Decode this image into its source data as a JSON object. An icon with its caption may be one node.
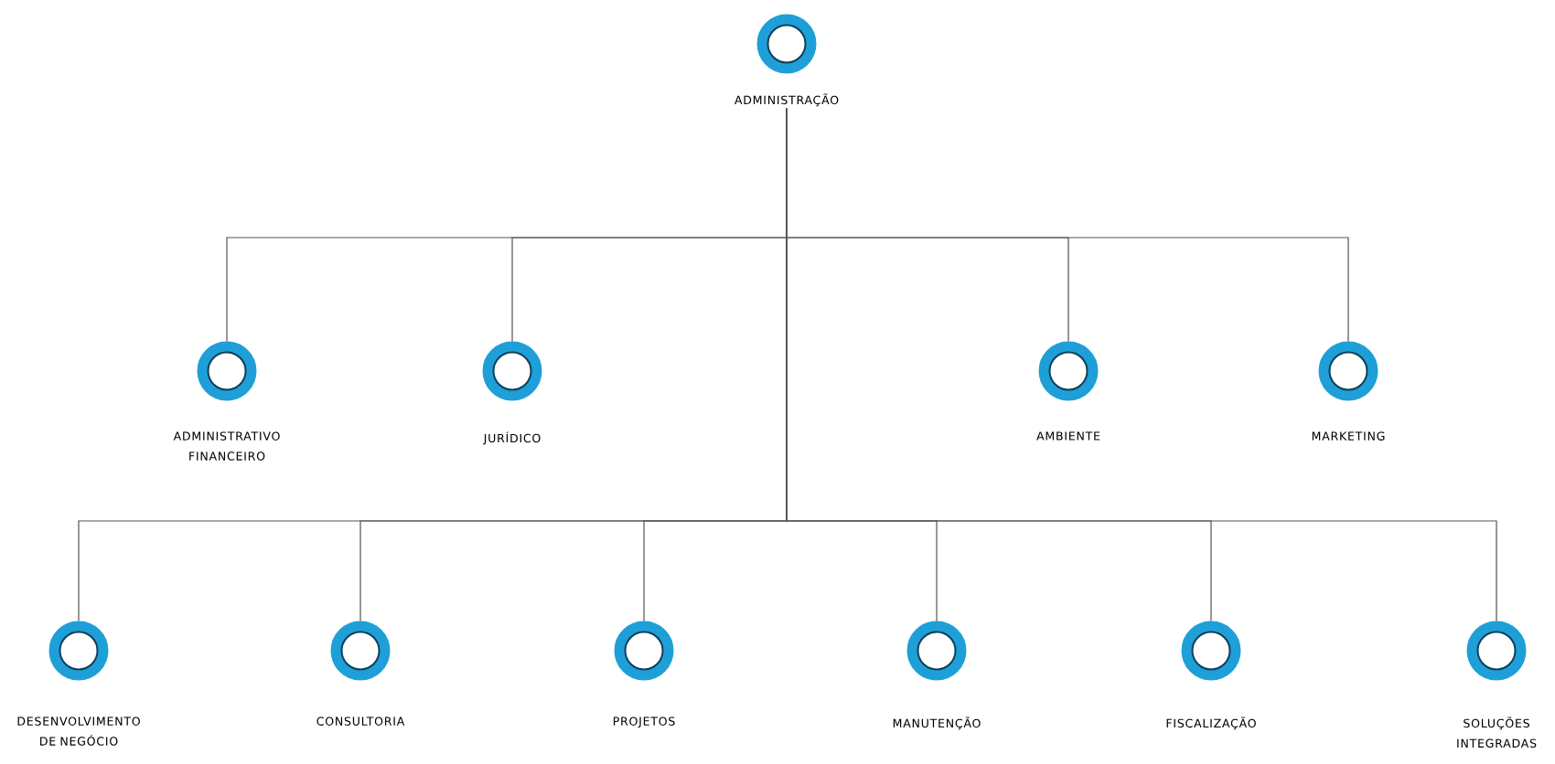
{
  "diagram": {
    "nodes": [
      {
        "text": [
          "ADMINISTRAÇÃO"
        ]
      },
      {
        "text": [
          "ADMINISTRATIVO FINANCEIRO"
        ]
      },
      {
        "text": [
          "JURÍDICO"
        ]
      },
      {
        "text": [
          "AMBIENTE"
        ]
      },
      {
        "text": [
          "MARKETING"
        ]
      },
      {
        "text": [
          "DESENVOLVIMENTO DE NEGÓCIO"
        ]
      },
      {
        "text": [
          "CONSULTORIA"
        ]
      },
      {
        "text": [
          "PROJETOS"
        ]
      },
      {
        "text": [
          "MANUTENÇÃO"
        ]
      },
      {
        "text": [
          "FISCALIZAÇÃO"
        ]
      },
      {
        "text": [
          "SOLUÇÕES INTEGRADAS"
        ]
      }
    ],
    "edges": [
      {
        "from": 0,
        "to": 1,
        "arrow": "none"
      },
      {
        "from": 0,
        "to": 2,
        "arrow": "none"
      },
      {
        "from": 0,
        "to": 3,
        "arrow": "none"
      },
      {
        "from": 0,
        "to": 4,
        "arrow": "none"
      },
      {
        "from": 0,
        "to": 5,
        "arrow": "none"
      },
      {
        "from": 0,
        "to": 6,
        "arrow": "none"
      },
      {
        "from": 0,
        "to": 7,
        "arrow": "none"
      },
      {
        "from": 0,
        "to": 8,
        "arrow": "none"
      },
      {
        "from": 0,
        "to": 9,
        "arrow": "none"
      },
      {
        "from": 0,
        "to": 10,
        "arrow": "none"
      }
    ]
  }
}
